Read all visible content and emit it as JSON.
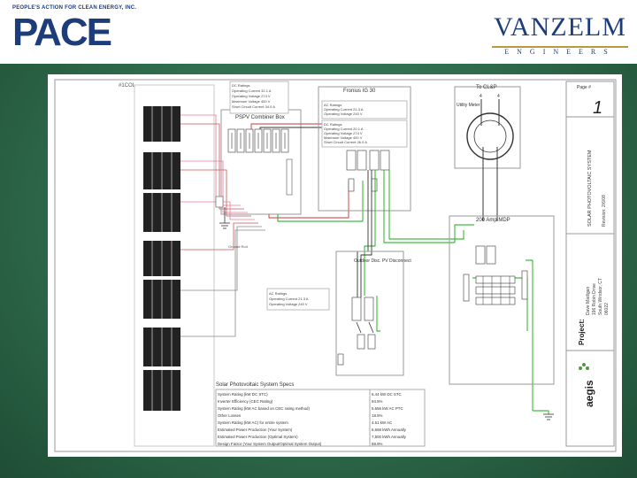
{
  "header": {
    "pace_tagline": "PEOPLE'S ACTION FOR CLEAN ENERGY, INC.",
    "pace_logo": "PACE",
    "vanzelm_name": "VANZELM",
    "vanzelm_sub": "ENGINEERS"
  },
  "diagram": {
    "array_label": "#1COL",
    "combiner_box": "PSPV Combiner Box",
    "combiner_ratings": [
      "DC Ratings",
      "Operating Current 32.1 A",
      "Operating Voltage 274 V",
      "Maximum Voltage 400 V",
      "Short Circuit Current 34.0 A"
    ],
    "inverter": "Fronius IG 30",
    "inverter_ac": [
      "AC Ratings",
      "Operating Current 21.3 A",
      "Operating Voltage 240 V"
    ],
    "inverter_dc": [
      "DC Ratings",
      "Operating Current 20.1 A",
      "Operating Voltage 274 V",
      "Maximum Voltage 400 V",
      "Short Circuit Current 26.0 A"
    ],
    "meter_panel": "To CL&P",
    "meter": "Utility Meter",
    "meter_terminals": [
      "4",
      "4"
    ],
    "mdp": "200 Amp MDP",
    "disconnect": "Outdoor Disc. PV Disconnect",
    "ground_label": "Ground Rod",
    "ac_ratings": [
      "AC Ratings",
      "Operating Current 21.3 A",
      "Operating Voltage 240 V"
    ],
    "spec_title": "Solar Photovoltaic System Specs",
    "specs": [
      {
        "label": "System Rating (kW DC STC)",
        "value": "6.44 kW DC STC"
      },
      {
        "label": "Inverter Efficiency (CEC Rating)",
        "value": "94.5%"
      },
      {
        "label": "System Rating (kW AC based on CEC rating method)",
        "value": "5.656 kW AC PTC"
      },
      {
        "label": "Other Losses",
        "value": "18.5%"
      },
      {
        "label": "System Rating (kW AC) for entire system",
        "value": "4.61 kW AC"
      },
      {
        "label": "Estimated Power Production (Your System)",
        "value": "6,668 kWh Annually"
      },
      {
        "label": "Estimated Power Production (Optimal System)",
        "value": "7,500 kWh Annually"
      },
      {
        "label": "Design Factor (Your System Output/Optimal System Output)",
        "value": "88.9%"
      }
    ],
    "page_label": "Page #",
    "page_number": "1",
    "title_block_title": "SOLAR PHOTOVOLTAIC SYSTEM",
    "revision": "Revision: 2/6/08",
    "project_label": "Project:",
    "project_lines": [
      "Dave Madigan",
      "196 Robin Drive",
      "South Windsor, CT",
      "06022"
    ],
    "company": "aegis"
  }
}
